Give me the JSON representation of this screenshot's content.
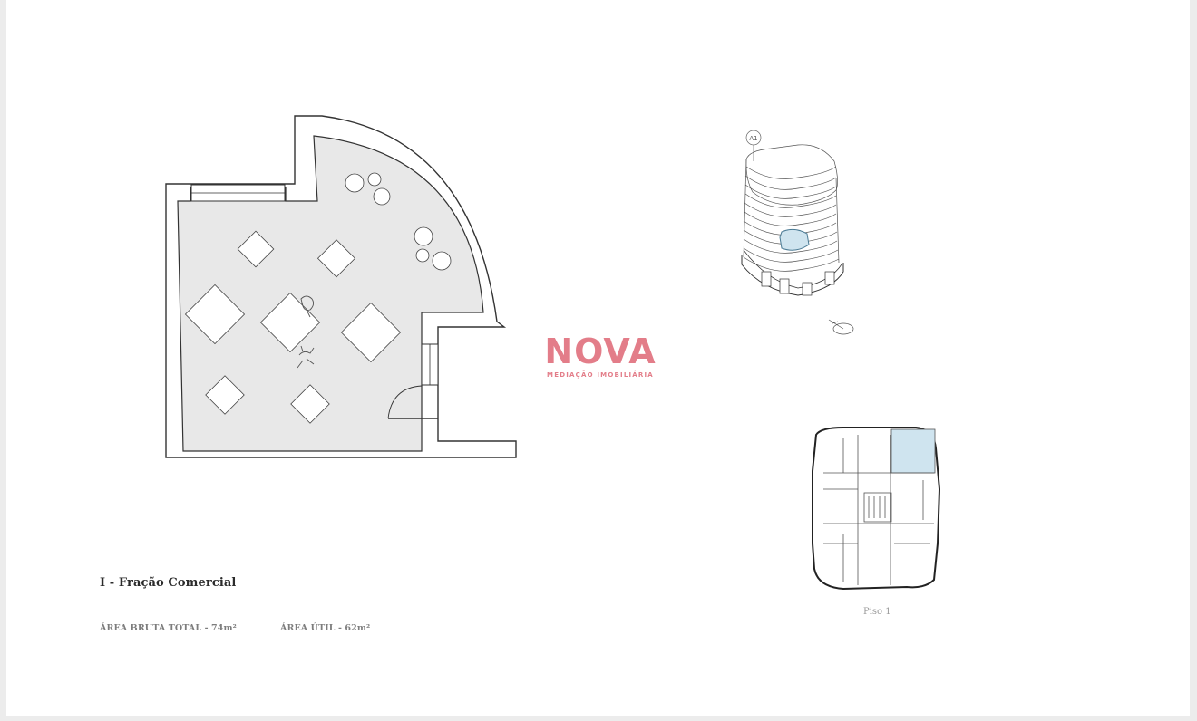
{
  "unit": {
    "title": "I - Fração Comercial",
    "area_bruta": "ÁREA BRUTA TOTAL - 74m²",
    "area_util": "ÁREA ÚTIL - 62m²"
  },
  "key_plan": {
    "floor_label": "Piso 1"
  },
  "building_3d": {
    "tag": "A1"
  },
  "watermark": {
    "brand": "NOVA",
    "tagline": "MEDIAÇÃO IMOBILIÁRIA"
  },
  "colors": {
    "floor_fill": "#e8e8e8",
    "wall": "#333333",
    "highlight": "#cfe4ef",
    "brand": "#e0707d"
  }
}
